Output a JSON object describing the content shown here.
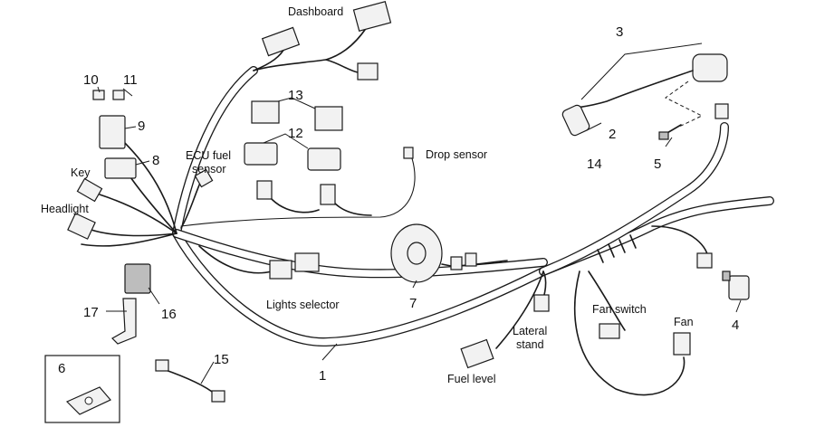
{
  "labels": {
    "dashboard": "Dashboard",
    "key": "Key",
    "headlight": "Headlight",
    "ecu_fuel_sensor_1": "ECU fuel",
    "ecu_fuel_sensor_2": "sensor",
    "drop_sensor": "Drop sensor",
    "lights_selector": "Lights selector",
    "fuel_level": "Fuel level",
    "lateral_stand_1": "Lateral",
    "lateral_stand_2": "stand",
    "fan_switch": "Fan switch",
    "fan": "Fan"
  },
  "callouts": {
    "n1": "1",
    "n2": "2",
    "n3": "3",
    "n4": "4",
    "n5": "5",
    "n6": "6",
    "n7": "7",
    "n8": "8",
    "n9": "9",
    "n10": "10",
    "n11": "11",
    "n12": "12",
    "n13": "13",
    "n14": "14",
    "n15": "15",
    "n16": "16",
    "n17": "17"
  },
  "colors": {
    "line": "#1a1a1a",
    "background": "#ffffff"
  }
}
